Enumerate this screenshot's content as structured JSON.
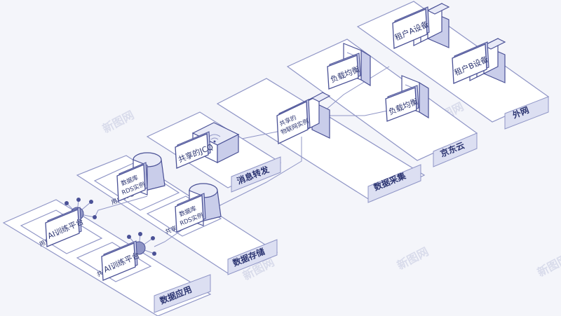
{
  "zones": {
    "external": "外网",
    "jd_cloud": "京东云",
    "data_collection": "数据采集",
    "message_forwarding": "消息转发",
    "data_storage": "数据存储",
    "data_application": "数据应用"
  },
  "nodes": {
    "tenant_a": "租户A设备",
    "tenant_b": "租户B设备",
    "lb_1": "负载均衡",
    "lb_2": "负载均衡",
    "iot_line1": "共享的",
    "iot_line2": "物联网实例",
    "jcq": "共享的JCQ",
    "rds_user_line1": "数据库",
    "rds_user_line2": "RDS实例",
    "rds_shared_line1": "数据库",
    "rds_shared_line2": "RDS实例",
    "ai_user": "AI训练平台",
    "ai_shared": "AI训练平台"
  },
  "sub_labels": {
    "user_vpc_storage": "用户VPC",
    "shared_vpc_storage": "共享VPC",
    "user_vpc_app": "用户VPC",
    "shared_vpc_app": "共享VPC"
  },
  "watermark": "新图网"
}
